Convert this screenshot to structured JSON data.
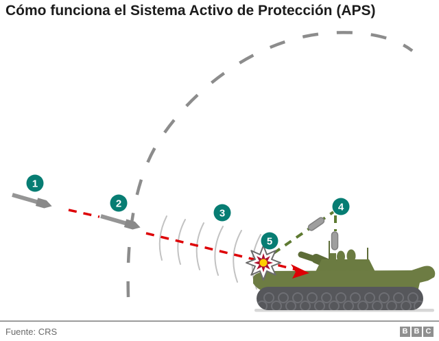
{
  "title": "Cómo funciona el Sistema Activo de Protección (APS)",
  "steps": [
    "1",
    "2",
    "3",
    "4",
    "5"
  ],
  "footer": {
    "source": "Fuente: CRS",
    "logo_letters": [
      "B",
      "B",
      "C"
    ]
  },
  "colors": {
    "accent_teal": "#077d73",
    "threat_red": "#dd0005",
    "interceptor_green": "#5e7a31",
    "tank_olive": "#6d7c43",
    "trajectory_gray": "#8c8c8c",
    "radar_wave_gray": "#c2c2c2",
    "explosion_crimson": "#ad1030",
    "explosion_yellow": "#ffcf00"
  }
}
